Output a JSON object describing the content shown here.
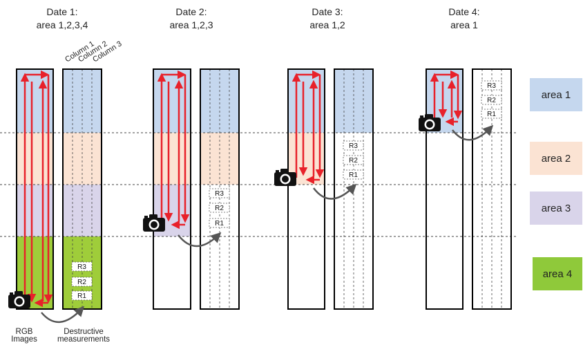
{
  "dates": [
    {
      "title": "Date 1:",
      "areas": "area 1,2,3,4"
    },
    {
      "title": "Date 2:",
      "areas": "area 1,2,3"
    },
    {
      "title": "Date 3:",
      "areas": "area 1,2"
    },
    {
      "title": "Date 4:",
      "areas": "area 1"
    }
  ],
  "columns": [
    "Column 1",
    "Column 2",
    "Column 3"
  ],
  "rows": [
    "R3",
    "R2",
    "R1"
  ],
  "legend": [
    {
      "label": "area 1",
      "color": "#c5d7ee"
    },
    {
      "label": "area 2",
      "color": "#fbe3d3"
    },
    {
      "label": "area 3",
      "color": "#d9d4ea"
    },
    {
      "label": "area 4",
      "color": "#8fc93a"
    }
  ],
  "bottom_labels": {
    "rgb_line1": "RGB",
    "rgb_line2": "Images",
    "dest_line1": "Destructive",
    "dest_line2": "measurements"
  },
  "colors": {
    "arrow": "#e8212a",
    "area4_strip": "#9fcd3a"
  }
}
